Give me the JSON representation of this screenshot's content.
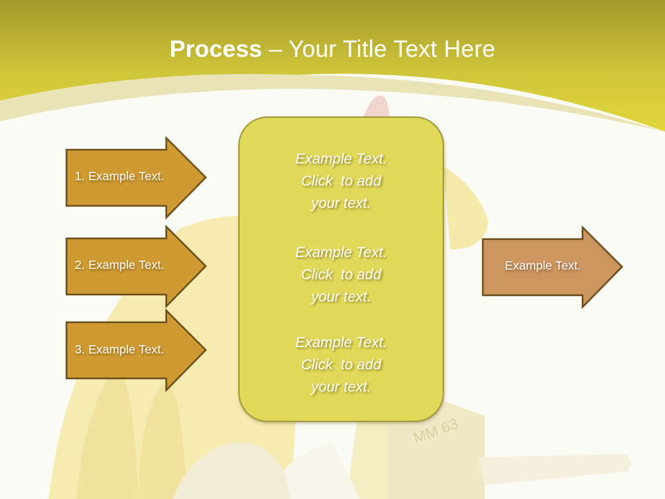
{
  "slide": {
    "title": {
      "bold": "Process",
      "rest": " – Your Title Text Here"
    },
    "colors": {
      "header_top": "#a39a2c",
      "header_bottom": "#e0d73c",
      "background": "#fbfbf5",
      "left_arrow_fill": "#cf9a31",
      "left_arrow_border": "#6b4e1b",
      "right_arrow_fill": "#cd9560",
      "center_box_fill": "#e1d95a",
      "center_box_border": "#a19a3e"
    },
    "left_arrows": [
      {
        "label": "1. Example Text."
      },
      {
        "label": "2. Example Text."
      },
      {
        "label": "3. Example Text."
      }
    ],
    "center_box": {
      "blocks": [
        {
          "line1": "Example Text.",
          "line2": "Click  to add",
          "line3": "your text."
        },
        {
          "line1": "Example Text.",
          "line2": "Click  to add",
          "line3": "your text."
        },
        {
          "line1": "Example Text.",
          "line2": "Click  to add",
          "line3": "your text."
        }
      ]
    },
    "right_arrow": {
      "label": "Example Text."
    },
    "background_image": {
      "brush_stamp": "63MM"
    }
  }
}
